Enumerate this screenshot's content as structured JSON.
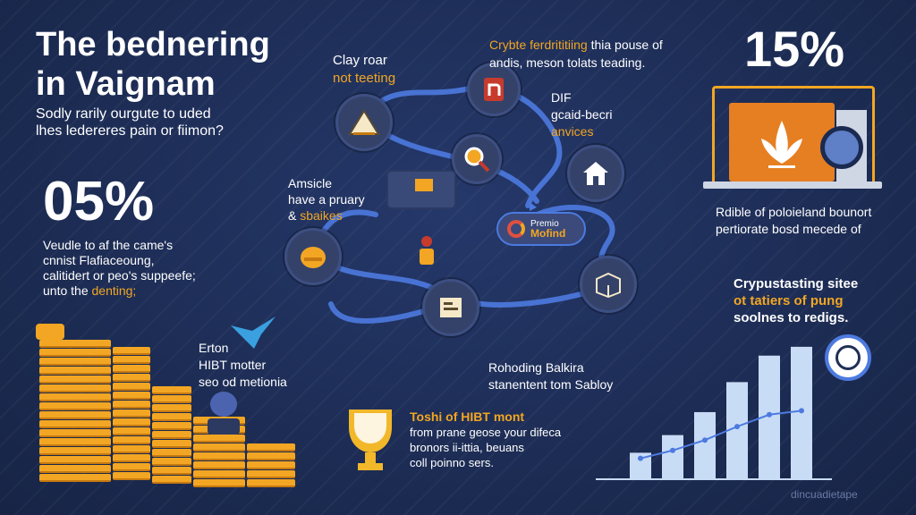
{
  "title": {
    "line1": "The bednering",
    "line2": "in Vaignam"
  },
  "subtitle": {
    "line1": "Sodly rarily ourgute to uded",
    "line2": "lhes ledereres pain or fiimon?"
  },
  "stat_left": {
    "value": "05%",
    "lines": [
      "Veudle to af the came's",
      "cnnist Flafiaceoung,",
      "calitidert or peo's suppeefe;",
      "unto the"
    ],
    "highlight": "denting;"
  },
  "stat_right": {
    "value": "15%"
  },
  "top_left_label": {
    "line1": "Clay roar",
    "line2": "not teeting"
  },
  "top_center_label": {
    "line1_orange": "Crybte ferdrititiing",
    "line1_rest": "thia pouse of",
    "line2": "andis, meson tolats teading."
  },
  "dif_label": {
    "line1": "DIF",
    "line2": "gcaid-becri",
    "line3": "anvices"
  },
  "amsicle_label": {
    "line1": "Amsicle",
    "line2": "have a pruary",
    "line3_rest": "& ",
    "line3_orange": "sbaikes"
  },
  "pill": {
    "line1": "Premio",
    "line2": "Mofind"
  },
  "laptop_caption": {
    "line1": "Rdible of poloieland bounort",
    "line2": "pertiorate bosd mecede of"
  },
  "right_mid_label": {
    "line1": "Crypustasting sitee",
    "line2_rest": "",
    "line2_orange": "ot tatiers of pung",
    "line3": "soolnes to redigs."
  },
  "erton_label": {
    "line1": "Erton",
    "line2": "HIBT motter",
    "line3": "seo od metionia"
  },
  "rohoding_label": {
    "line1": "Rohoding Balkira",
    "line2": "stanentent tom Sabloy"
  },
  "trophy_label": {
    "line1": "Toshi of HIBT mont",
    "line2": "from prane geose your difeca",
    "line3": "bronors ii-ittia, beuans",
    "line4": "coll poinno sers."
  },
  "watermark": "dincuadietape",
  "colors": {
    "background": "#1f2f57",
    "accent_orange": "#f2a623",
    "path_blue": "#4c7ae0",
    "node_fill": "#34426a"
  },
  "icons": [
    "warning-triangle-icon",
    "app-n-icon",
    "magnifier-icon",
    "house-icon",
    "coin-icon",
    "document-icon",
    "box-icon",
    "trophy-icon",
    "bird-icon",
    "robot-icon",
    "globe-icon",
    "leaf-icon"
  ],
  "chart_data": {
    "type": "bar",
    "categories": [
      "1",
      "2",
      "3",
      "4",
      "5",
      "6"
    ],
    "values": [
      30,
      50,
      76,
      110,
      140,
      150
    ],
    "title": "",
    "xlabel": "",
    "ylabel": "",
    "ylim": [
      0,
      160
    ]
  }
}
